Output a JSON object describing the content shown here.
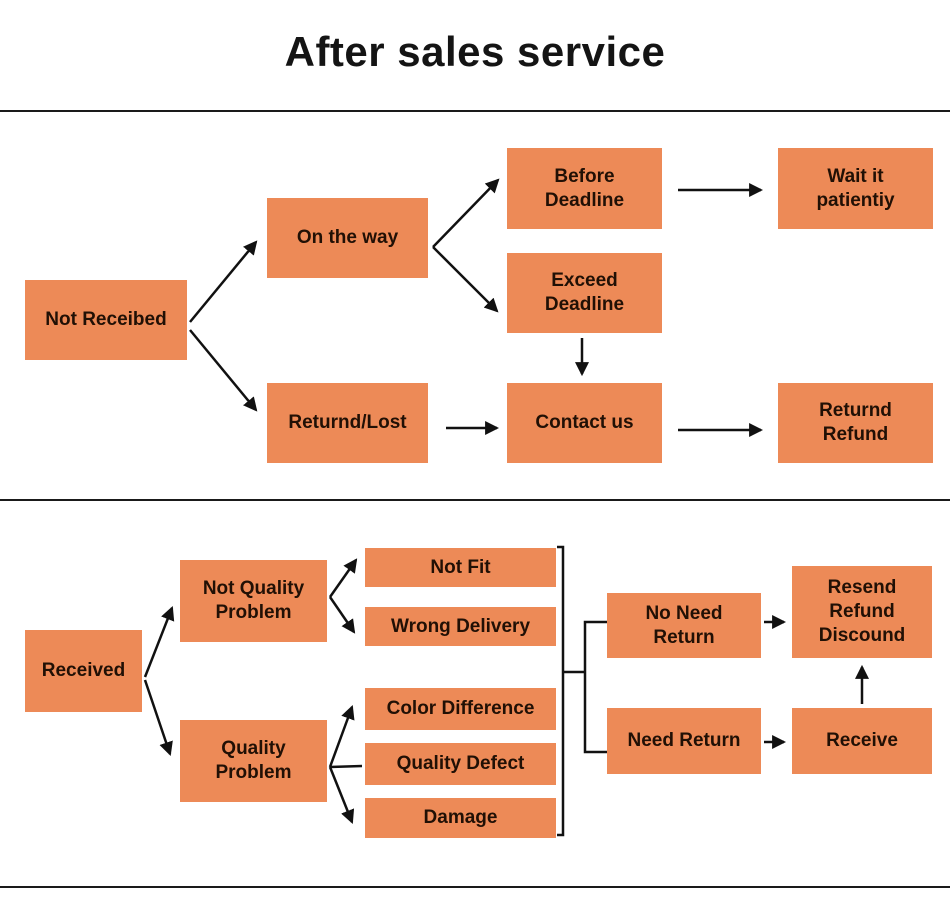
{
  "title": "After sales service",
  "colors": {
    "node_fill": "#ED8A57",
    "node_text": "#211005",
    "line": "#111111",
    "background": "#FFFFFF"
  },
  "nodes": {
    "not_received": {
      "label": "Not Receibed"
    },
    "on_the_way": {
      "label": "On the way"
    },
    "returnd_lost": {
      "label": "Returnd/Lost"
    },
    "before_deadline": {
      "label": "Before\nDeadline"
    },
    "exceed_deadline": {
      "label": "Exceed\nDeadline"
    },
    "wait_patiently": {
      "label": "Wait it\npatientiy"
    },
    "contact_us": {
      "label": "Contact us"
    },
    "returnd_refund": {
      "label": "Returnd\nRefund"
    },
    "received": {
      "label": "Received"
    },
    "not_quality_problem": {
      "label": "Not Quality\nProblem"
    },
    "quality_problem": {
      "label": "Quality\nProblem"
    },
    "not_fit": {
      "label": "Not Fit"
    },
    "wrong_delivery": {
      "label": "Wrong Delivery"
    },
    "color_difference": {
      "label": "Color Difference"
    },
    "quality_defect": {
      "label": "Quality Defect"
    },
    "damage": {
      "label": "Damage"
    },
    "no_need_return": {
      "label": "No Need\nReturn"
    },
    "need_return": {
      "label": "Need Return"
    },
    "resend_refund_discound": {
      "label": "Resend\nRefund\nDiscound"
    },
    "receive": {
      "label": "Receive"
    }
  },
  "edges": [
    {
      "from": "Not Receibed",
      "to": "On the way"
    },
    {
      "from": "Not Receibed",
      "to": "Returnd/Lost"
    },
    {
      "from": "On the way",
      "to": "Before Deadline"
    },
    {
      "from": "On the way",
      "to": "Exceed Deadline"
    },
    {
      "from": "Before Deadline",
      "to": "Wait it patientiy"
    },
    {
      "from": "Exceed Deadline",
      "to": "Contact us"
    },
    {
      "from": "Returnd/Lost",
      "to": "Contact us"
    },
    {
      "from": "Contact us",
      "to": "Returnd Refund"
    },
    {
      "from": "Received",
      "to": "Not Quality Problem"
    },
    {
      "from": "Received",
      "to": "Quality Problem"
    },
    {
      "from": "Not Quality Problem",
      "to": "Not Fit"
    },
    {
      "from": "Not Quality Problem",
      "to": "Wrong Delivery"
    },
    {
      "from": "Quality Problem",
      "to": "Color Difference"
    },
    {
      "from": "Quality Problem",
      "to": "Quality Defect"
    },
    {
      "from": "Quality Problem",
      "to": "Damage"
    },
    {
      "from": "Not Fit / Wrong Delivery / Color Difference / Quality Defect / Damage (bracket)",
      "to": "No Need Return"
    },
    {
      "from": "Not Fit / Wrong Delivery / Color Difference / Quality Defect / Damage (bracket)",
      "to": "Need Return"
    },
    {
      "from": "No Need Return",
      "to": "Resend Refund Discound"
    },
    {
      "from": "Need Return",
      "to": "Receive"
    },
    {
      "from": "Receive",
      "to": "Resend Refund Discound"
    }
  ]
}
